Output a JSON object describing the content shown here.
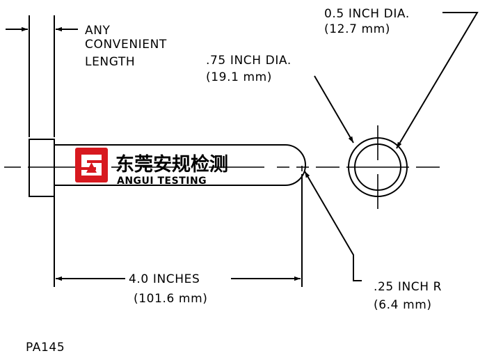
{
  "labels": {
    "length_line1": "ANY",
    "length_line2": "CONVENIENT",
    "length_line3": "LENGTH",
    "small_dia_line1": "0.5 INCH DIA.",
    "small_dia_line2": "(12.7 mm)",
    "large_dia_line1": ".75 INCH DIA.",
    "large_dia_line2": "(19.1 mm)",
    "length_dim_line1": "4.0 INCHES",
    "length_dim_line2": "(101.6 mm)",
    "radius_line1": ".25 INCH R",
    "radius_line2": "(6.4 mm)",
    "figure_id": "PA145"
  },
  "watermark": {
    "chinese_name": "东莞安规检测",
    "english_name": "ANGUI TESTING",
    "logo_color": "#d7191f"
  },
  "colors": {
    "line": "#000000",
    "background": "#ffffff"
  }
}
